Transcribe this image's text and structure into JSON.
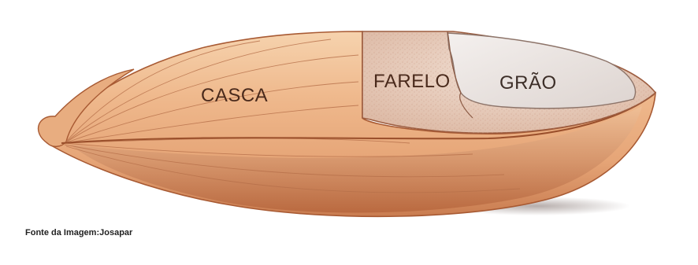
{
  "labels": {
    "husk": "CASCA",
    "bran": "FARELO",
    "grain": "GRÃO"
  },
  "source_caption": "Fonte da Imagem:Josapar",
  "colors": {
    "husk_light": "#f3c9a1",
    "husk_mid": "#e9a97a",
    "husk_dark": "#b9673c",
    "bran": "#ead2c2",
    "grain": "#ece7e5",
    "label_text": "#4a2a1c"
  }
}
